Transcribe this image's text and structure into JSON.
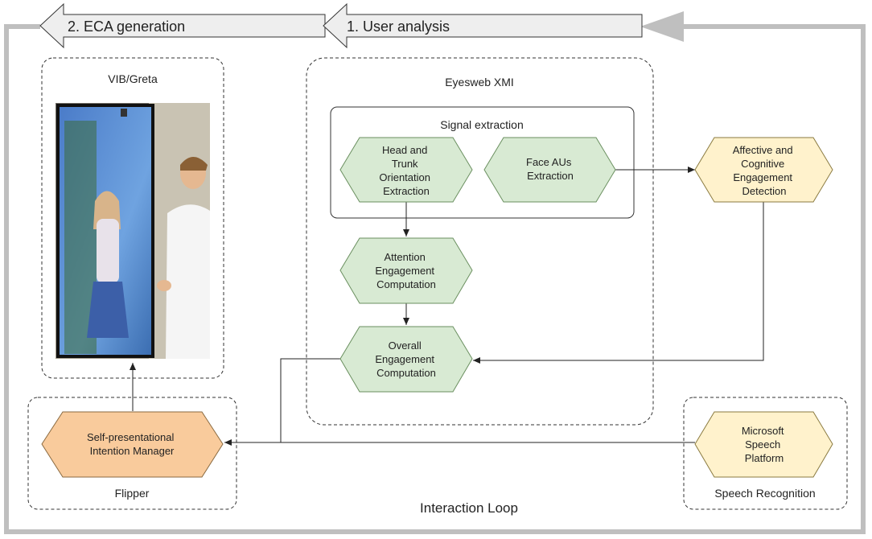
{
  "header_arrows": {
    "eca_generation": "2. ECA generation",
    "user_analysis": "1. User analysis"
  },
  "groups": {
    "vib_greta": "VIB/Greta",
    "eyesweb": "Eyesweb XMI",
    "signal_extraction": "Signal extraction",
    "flipper": "Flipper",
    "speech_recognition": "Speech Recognition"
  },
  "nodes": {
    "head_trunk": [
      "Head and",
      "Trunk",
      "Orientation",
      "Extraction"
    ],
    "face_aus": [
      "Face AUs",
      "Extraction"
    ],
    "affective": [
      "Affective and",
      "Cognitive",
      "Engagement",
      "Detection"
    ],
    "attention": [
      "Attention",
      "Engagement",
      "Computation"
    ],
    "overall": [
      "Overall",
      "Engagement",
      "Computation"
    ],
    "self_presentational": [
      "Self-presentational",
      "Intention Manager"
    ],
    "ms_speech": [
      "Microsoft",
      "Speech",
      "Platform"
    ]
  },
  "loop_label": "Interaction Loop",
  "colors": {
    "green_node": "#d8ead3",
    "green_stroke": "#6a8f5f",
    "yellow_node": "#fff2cc",
    "yellow_stroke": "#8a7a40",
    "orange_node": "#f9cb9c",
    "orange_stroke": "#8a6a40",
    "loop_gray": "#bfbfbf"
  },
  "photo": {
    "description_icon": "person-with-virtual-agent-screen-photo"
  }
}
